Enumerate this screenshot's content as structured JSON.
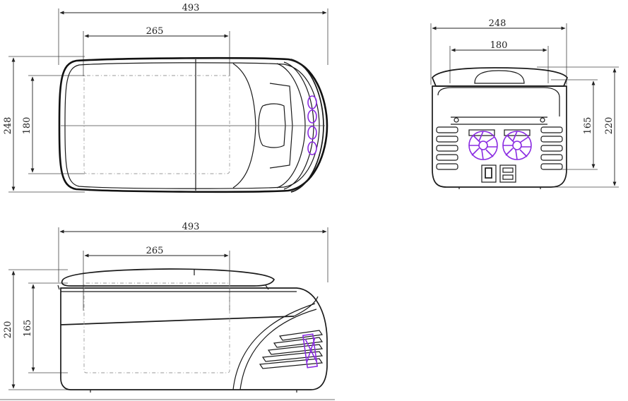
{
  "accent_color": "#8a2be2",
  "views": {
    "top": {
      "overall_length": "493",
      "inner_length": "265",
      "overall_width": "248",
      "inner_width": "180"
    },
    "front": {
      "overall_width": "248",
      "inner_width": "180",
      "overall_height": "220",
      "inner_height": "165"
    },
    "side": {
      "overall_length": "493",
      "inner_length": "265",
      "overall_height": "220",
      "inner_height": "165"
    }
  }
}
